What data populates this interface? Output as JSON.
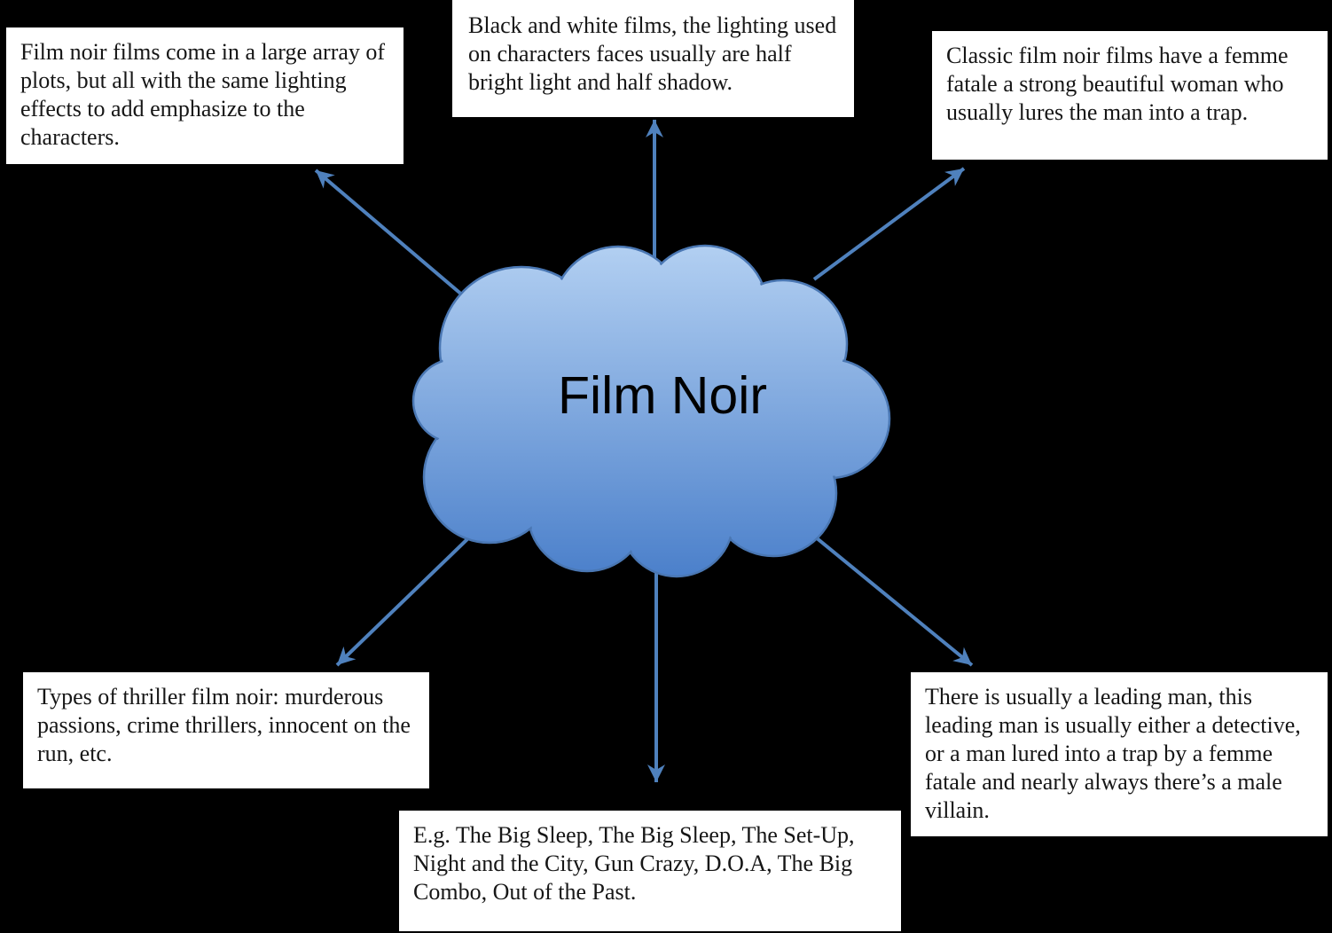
{
  "diagram": {
    "background_color": "#000000",
    "accent_color": "#4f81bd",
    "cloud": {
      "label": "Film Noir",
      "fill_top": "#b3d0f2",
      "fill_bottom": "#4a7fca",
      "outline_color": "#4a77b3"
    },
    "nodes": [
      {
        "id": "plots",
        "position": "top-left",
        "text": "Film noir films come in a large array of plots, but all with the same lighting effects to add emphasize to the characters."
      },
      {
        "id": "lighting",
        "position": "top-center",
        "text": "Black and white films, the lighting used on characters faces usually are half bright light and half shadow."
      },
      {
        "id": "femme-fatale",
        "position": "top-right",
        "text": "Classic film noir films have a femme fatale a strong beautiful woman who usually lures the man into a trap."
      },
      {
        "id": "thriller-types",
        "position": "bottom-left",
        "text": "Types of thriller film noir: murderous passions, crime thrillers, innocent on the run, etc."
      },
      {
        "id": "examples",
        "position": "bottom-center",
        "text": "E.g. The Big Sleep, The Big Sleep, The Set-Up, Night and the City, Gun Crazy, D.O.A, The Big Combo, Out of the Past."
      },
      {
        "id": "leading-man",
        "position": "bottom-right",
        "text": "There is usually a leading man, this leading man is usually either a detective, or a man lured into a trap by a femme fatale and nearly always there’s a male villain."
      }
    ]
  }
}
